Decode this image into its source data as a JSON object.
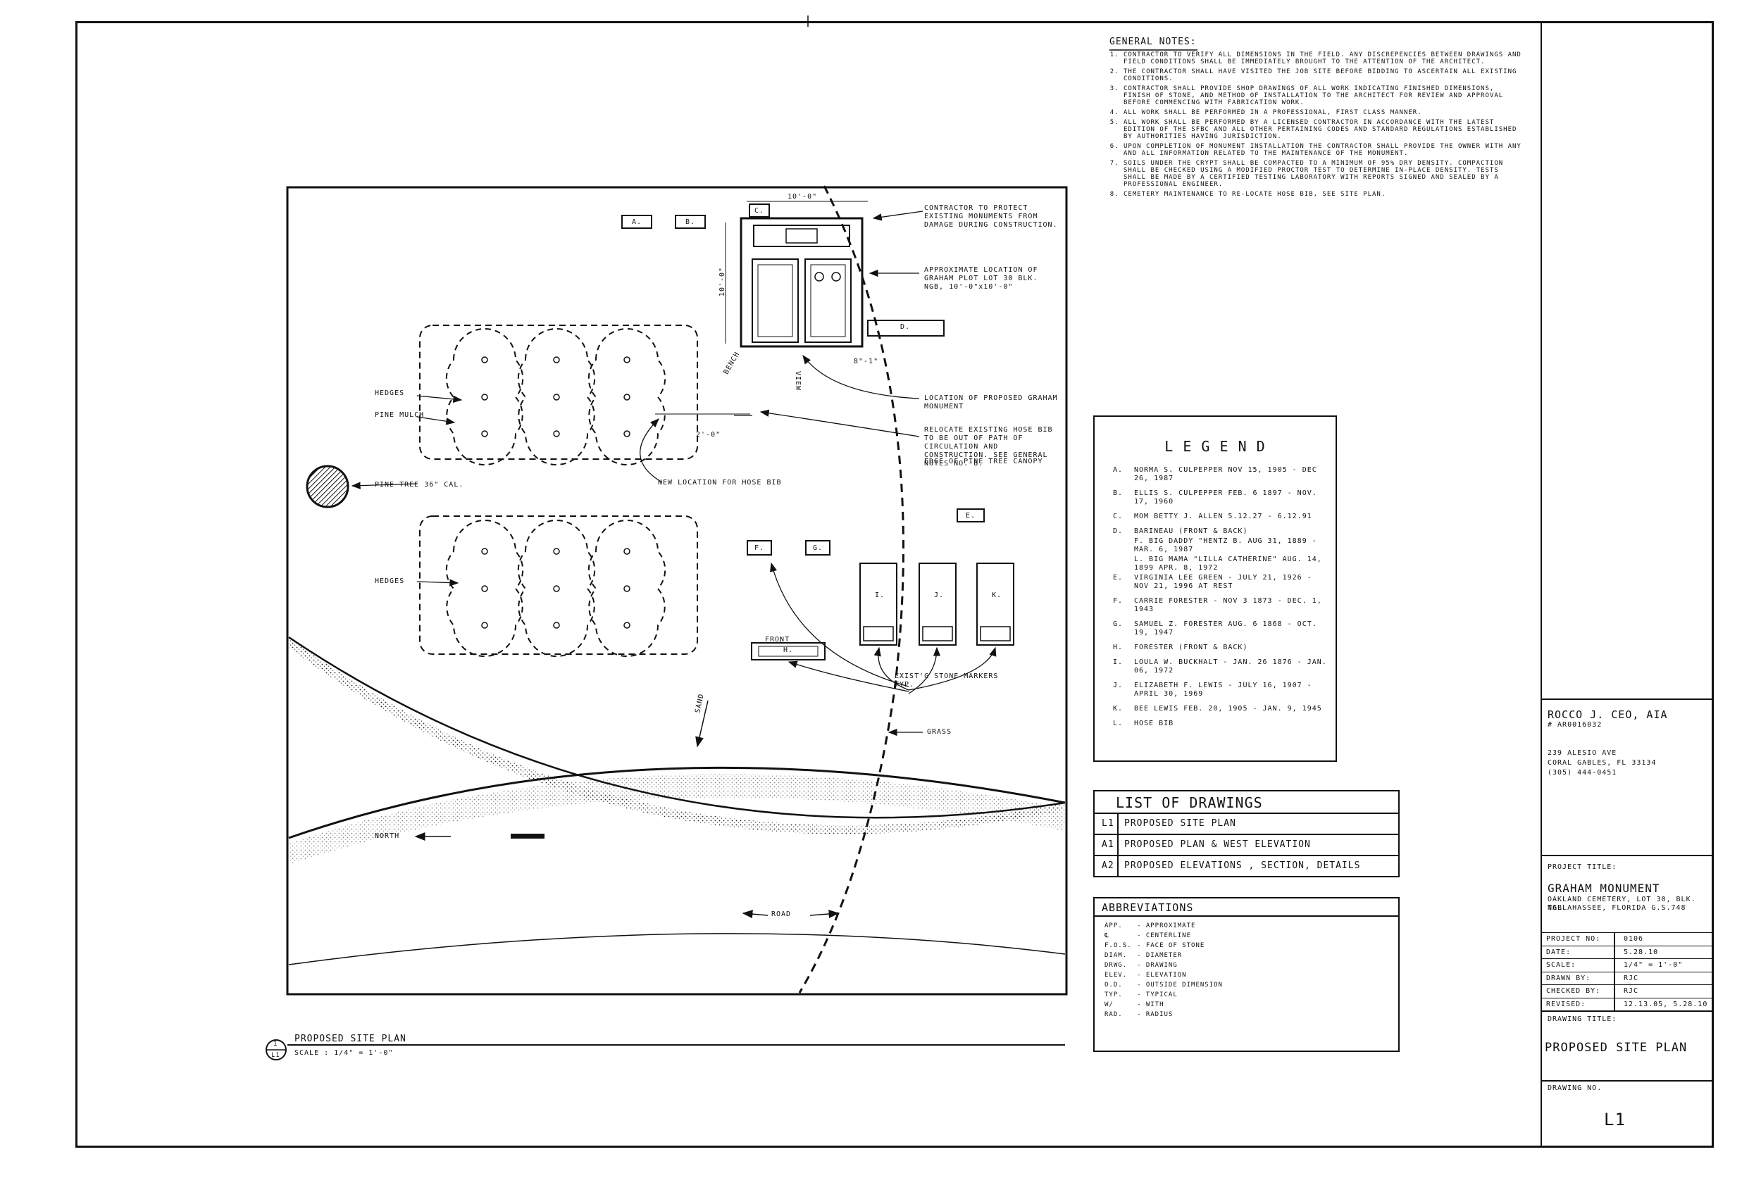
{
  "general_notes": {
    "title": "GENERAL NOTES:",
    "items": [
      "CONTRACTOR TO VERIFY ALL DIMENSIONS IN THE FIELD. ANY DISCREPENCIES BETWEEN DRAWINGS AND FIELD CONDITIONS SHALL BE IMMEDIATELY BROUGHT TO THE ATTENTION OF THE ARCHITECT.",
      "THE CONTRACTOR SHALL HAVE VISITED THE JOB SITE BEFORE BIDDING TO ASCERTAIN ALL EXISTING CONDITIONS.",
      "CONTRACTOR SHALL PROVIDE SHOP DRAWINGS OF ALL WORK INDICATING FINISHED DIMENSIONS, FINISH OF STONE, AND METHOD OF INSTALLATION TO THE ARCHITECT FOR REVIEW AND APPROVAL BEFORE COMMENCING WITH FABRICATION WORK.",
      "ALL WORK SHALL BE PERFORMED IN A PROFESSIONAL, FIRST CLASS MANNER.",
      "ALL WORK SHALL BE PERFORMED BY A LICENSED CONTRACTOR IN ACCORDANCE WITH THE LATEST EDITION OF THE SFBC AND ALL OTHER PERTAINING CODES AND STANDARD REGULATIONS ESTABLISHED BY AUTHORITIES HAVING JURISDICTION.",
      "UPON COMPLETION OF MONUMENT INSTALLATION THE CONTRACTOR SHALL PROVIDE THE OWNER WITH ANY AND ALL INFORMATION RELATED TO THE MAINTENANCE OF THE MONUMENT.",
      "SOILS UNDER THE CRYPT SHALL BE COMPACTED TO A MINIMUM OF 95% DRY DENSITY. COMPACTION SHALL BE CHECKED USING A MODIFIED PROCTOR TEST TO DETERMINE IN-PLACE DENSITY. TESTS SHALL BE MADE BY A CERTIFIED TESTING LABORATORY WITH REPORTS SIGNED AND SEALED BY A PROFESSIONAL ENGINEER.",
      "CEMETERY MAINTENANCE TO RE-LOCATE HOSE BIB, SEE SITE PLAN."
    ]
  },
  "legend": {
    "title": "L E G E N D",
    "entries": [
      {
        "key": "A.",
        "text": "NORMA S. CULPEPPER NOV 15, 1905 - DEC 26, 1987"
      },
      {
        "key": "B.",
        "text": "ELLIS S. CULPEPPER FEB. 6 1897 - NOV. 17, 1960"
      },
      {
        "key": "C.",
        "text": "MOM BETTY J. ALLEN 5.12.27 - 6.12.91"
      },
      {
        "key": "D.",
        "text": "BARINEAU (FRONT & BACK)"
      },
      {
        "key": "",
        "text": "F. BIG DADDY \"HENTZ B. AUG 31, 1889 - MAR. 6, 1987"
      },
      {
        "key": "",
        "text": "L. BIG MAMA \"LILLA CATHERINE\" AUG. 14, 1899 APR. 8, 1972"
      },
      {
        "key": "E.",
        "text": "VIRGINIA LEE GREEN - JULY 21, 1926 - NOV 21, 1996 AT REST"
      },
      {
        "key": "F.",
        "text": "CARRIE FORESTER - NOV 3 1873 - DEC. 1, 1943"
      },
      {
        "key": "G.",
        "text": "SAMUEL Z. FORESTER AUG. 6 1868 - OCT. 19, 1947"
      },
      {
        "key": "H.",
        "text": "FORESTER (FRONT & BACK)"
      },
      {
        "key": "I.",
        "text": "LOULA W. BUCKHALT - JAN. 26 1876 - JAN. 06, 1972"
      },
      {
        "key": "J.",
        "text": "ELIZABETH F. LEWIS - JULY 16, 1907 - APRIL 30, 1969"
      },
      {
        "key": "K.",
        "text": "BEE LEWIS FEB. 20, 1905 - JAN. 9, 1945"
      },
      {
        "key": "L.",
        "text": "HOSE BIB"
      }
    ]
  },
  "list_of_drawings": {
    "title": "LIST OF DRAWINGS",
    "rows": [
      {
        "num": "L1",
        "name": "PROPOSED SITE PLAN"
      },
      {
        "num": "A1",
        "name": "PROPOSED PLAN & WEST ELEVATION"
      },
      {
        "num": "A2",
        "name": "PROPOSED ELEVATIONS , SECTION, DETAILS"
      }
    ]
  },
  "abbreviations": {
    "title": "ABBREVIATIONS",
    "items": [
      {
        "abbr": "APP.",
        "def": "- APPROXIMATE"
      },
      {
        "abbr": "℄",
        "def": "- CENTERLINE"
      },
      {
        "abbr": "F.O.S.",
        "def": "- FACE OF STONE"
      },
      {
        "abbr": "DIAM.",
        "def": "- DIAMETER"
      },
      {
        "abbr": "DRWG.",
        "def": "- DRAWING"
      },
      {
        "abbr": "ELEV.",
        "def": "- ELEVATION"
      },
      {
        "abbr": "O.D.",
        "def": "- OUTSIDE DIMENSION"
      },
      {
        "abbr": "TYP.",
        "def": "- TYPICAL"
      },
      {
        "abbr": "W/",
        "def": "- WITH"
      },
      {
        "abbr": "RAD.",
        "def": "- RADIUS"
      }
    ]
  },
  "title_block": {
    "architect_name": "ROCCO J. CEO, AIA",
    "license": "# AR0016032",
    "address1": "239 ALESIO AVE",
    "address2": "CORAL GABLES, FL 33134",
    "phone": "(305) 444-0451",
    "project_title_label": "PROJECT TITLE:",
    "project_title": "GRAHAM MONUMENT",
    "project_sub1": "OAKLAND CEMETERY, LOT 30, BLK. NGB",
    "project_sub2": "TALLAHASSEE, FLORIDA G.S.748",
    "fields": [
      {
        "label": "PROJECT NO:",
        "value": "0106"
      },
      {
        "label": "DATE:",
        "value": "5.28.10"
      },
      {
        "label": "SCALE:",
        "value": "1/4\" = 1'-0\""
      },
      {
        "label": "DRAWN BY:",
        "value": "RJC"
      },
      {
        "label": "CHECKED BY:",
        "value": "RJC"
      },
      {
        "label": "REVISED:",
        "value": "12.13.05, 5.28.10"
      }
    ],
    "drawing_title_label": "DRAWING TITLE:",
    "drawing_title": "PROPOSED SITE PLAN",
    "drawing_no_label": "DRAWING NO.",
    "drawing_no": "L1"
  },
  "site_plan": {
    "caption": "PROPOSED SITE PLAN",
    "scale": "SCALE : 1/4\" = 1'-0\"",
    "detail_num": "1",
    "detail_sheet": "L1",
    "markers": [
      "A.",
      "B.",
      "C.",
      "D.",
      "E.",
      "F.",
      "G.",
      "H.",
      "I.",
      "J.",
      "K."
    ],
    "labels": {
      "hedges1": "HEDGES",
      "pine_mulch": "PINE MULCH",
      "pine_tree": "PINE TREE 36\" CAL.",
      "hedges2": "HEDGES",
      "new_hose": "NEW LOCATION FOR HOSE BIB",
      "protect": "CONTRACTOR TO PROTECT EXISTING MONUMENTS FROM DAMAGE DURING CONSTRUCTION.",
      "approx_loc": "APPROXIMATE LOCATION OF GRAHAM PLOT LOT 30 BLK. NGB, 10'-0\"x10'-0\"",
      "proposed_loc": "LOCATION OF PROPOSED GRAHAM MONUMENT",
      "relocate": "RELOCATE EXISTING HOSE BIB TO BE OUT OF PATH OF CIRCULATION AND CONSTRUCTION. SEE GENERAL NOTES NO. 8.",
      "canopy": "EDGE OF PINE TREE CANOPY",
      "existing": "EXIST'G STONE MARKERS TYP.",
      "grass": "GRASS",
      "sand": "SAND",
      "north": "NORTH",
      "road": "ROAD",
      "front": "FRONT",
      "bench": "BENCH",
      "view": "VIEW",
      "dim_top": "10'-0\"",
      "dim_side": "10'-0\"",
      "dim_hose": "2'-0\"",
      "dim_small": "8\"-1\""
    }
  }
}
